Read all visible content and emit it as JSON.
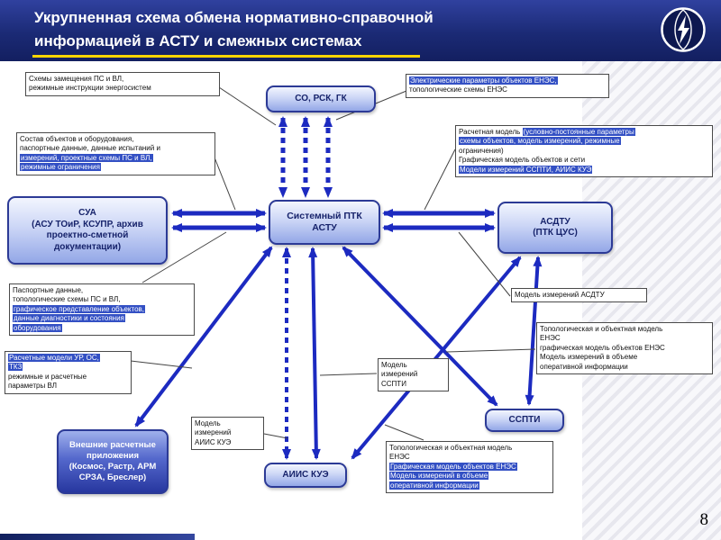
{
  "slide": {
    "title_line1": "Укрупненная схема обмена нормативно-справочной",
    "title_line2": "информацией в АСТУ и смежных системах",
    "page_number": "8"
  },
  "icons": {
    "logo": "power-grid-company-emblem"
  },
  "colors": {
    "header_navy": "#1b2a75",
    "accent_yellow": "#ffd400",
    "arrow_blue": "#1c2ac0",
    "highlight_blue": "#3350c4",
    "node_border": "#2c3a96"
  },
  "nodes": {
    "so": {
      "label": "СО, РСК, ГК"
    },
    "center": {
      "line1": "Системный ПТК",
      "line2": "АСТУ"
    },
    "sua": {
      "line1": "СУА",
      "line2": "(АСУ ТОиР, КСУПР, архив",
      "line3": "проектно-сметной",
      "line4": "документации)"
    },
    "asdtu": {
      "line1": "АСДТУ",
      "line2": "(ПТК ЦУС)"
    },
    "external": {
      "line1": "Внешние расчетные",
      "line2": "приложения",
      "line3": "(Космос, Растр, АРМ",
      "line4": "СРЗА, Бреслер)"
    },
    "aiis": {
      "label": "АИИС КУЭ"
    },
    "sspti": {
      "label": "ССПТИ"
    }
  },
  "ann": {
    "a": {
      "l1": "Схемы замещения ПС и ВЛ,",
      "l2": "режимные инструкции энергосистем"
    },
    "b": {
      "l1": "Состав объектов и оборудования,",
      "l2": "паспортные данные, данные испытаний и",
      "l3": "измерений, проектные схемы ПС и ВЛ,",
      "l4": "режимные ограничения"
    },
    "c": {
      "l1": "Электрические параметры объектов ЕНЭС,",
      "l2": "топологические схемы ЕНЭС"
    },
    "d": {
      "l1pre": "Расчетная модель ",
      "l1hl": "(условно-постоянные параметры",
      "l2": "схемы объектов, модель измерений, режимные",
      "l3": "ограничения)",
      "l4": "Графическая модель объектов и сети",
      "l5": "Модели измерений ССПТИ, АИИС КУЭ"
    },
    "e": {
      "l1": "Паспортные данные,",
      "l2": "топологические схемы ПС и ВЛ,",
      "l3": "графическое представление объектов,",
      "l4": "данные диагностики и состояния",
      "l5": "оборудования"
    },
    "f": {
      "l1": "Расчетные модели УР, ОС,",
      "l2": "ТКЗ",
      "l3": "режимные и расчетные",
      "l4": "параметры ВЛ"
    },
    "g": {
      "l1": "Модель измерений АСДТУ"
    },
    "h": {
      "l1": "Модель",
      "l2": "измерений",
      "l3": "ССПТИ"
    },
    "i": {
      "l1": "Модель",
      "l2": "измерений",
      "l3": "АИИС КУЭ"
    },
    "j": {
      "l1": "Топологическая и объектная модель",
      "l2": "ЕНЭС",
      "l3": "графическая модель объектов ЕНЭС",
      "l4": "Модель измерений в объеме",
      "l5": "оперативной информации"
    },
    "k": {
      "l1": "Топологическая и объектная модель",
      "l2": "ЕНЭС",
      "l3": "Графическая модель объектов ЕНЭС",
      "l4": "Модель измерений в объеме",
      "l5": "оперативной информации"
    }
  }
}
